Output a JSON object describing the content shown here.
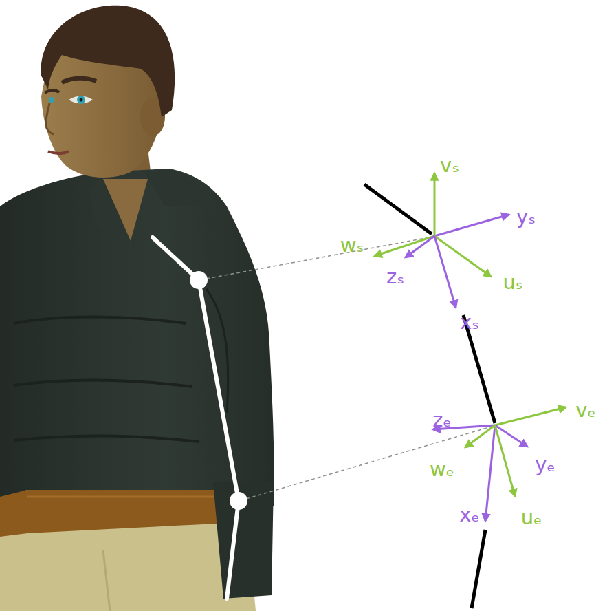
{
  "diagram": {
    "labels": [
      "vₛ",
      "yₛ",
      "wₛ",
      "zₛ",
      "uₛ",
      "xₛ",
      "zₑ",
      "vₑ",
      "wₑ",
      "yₑ",
      "xₑ",
      "uₑ"
    ]
  }
}
